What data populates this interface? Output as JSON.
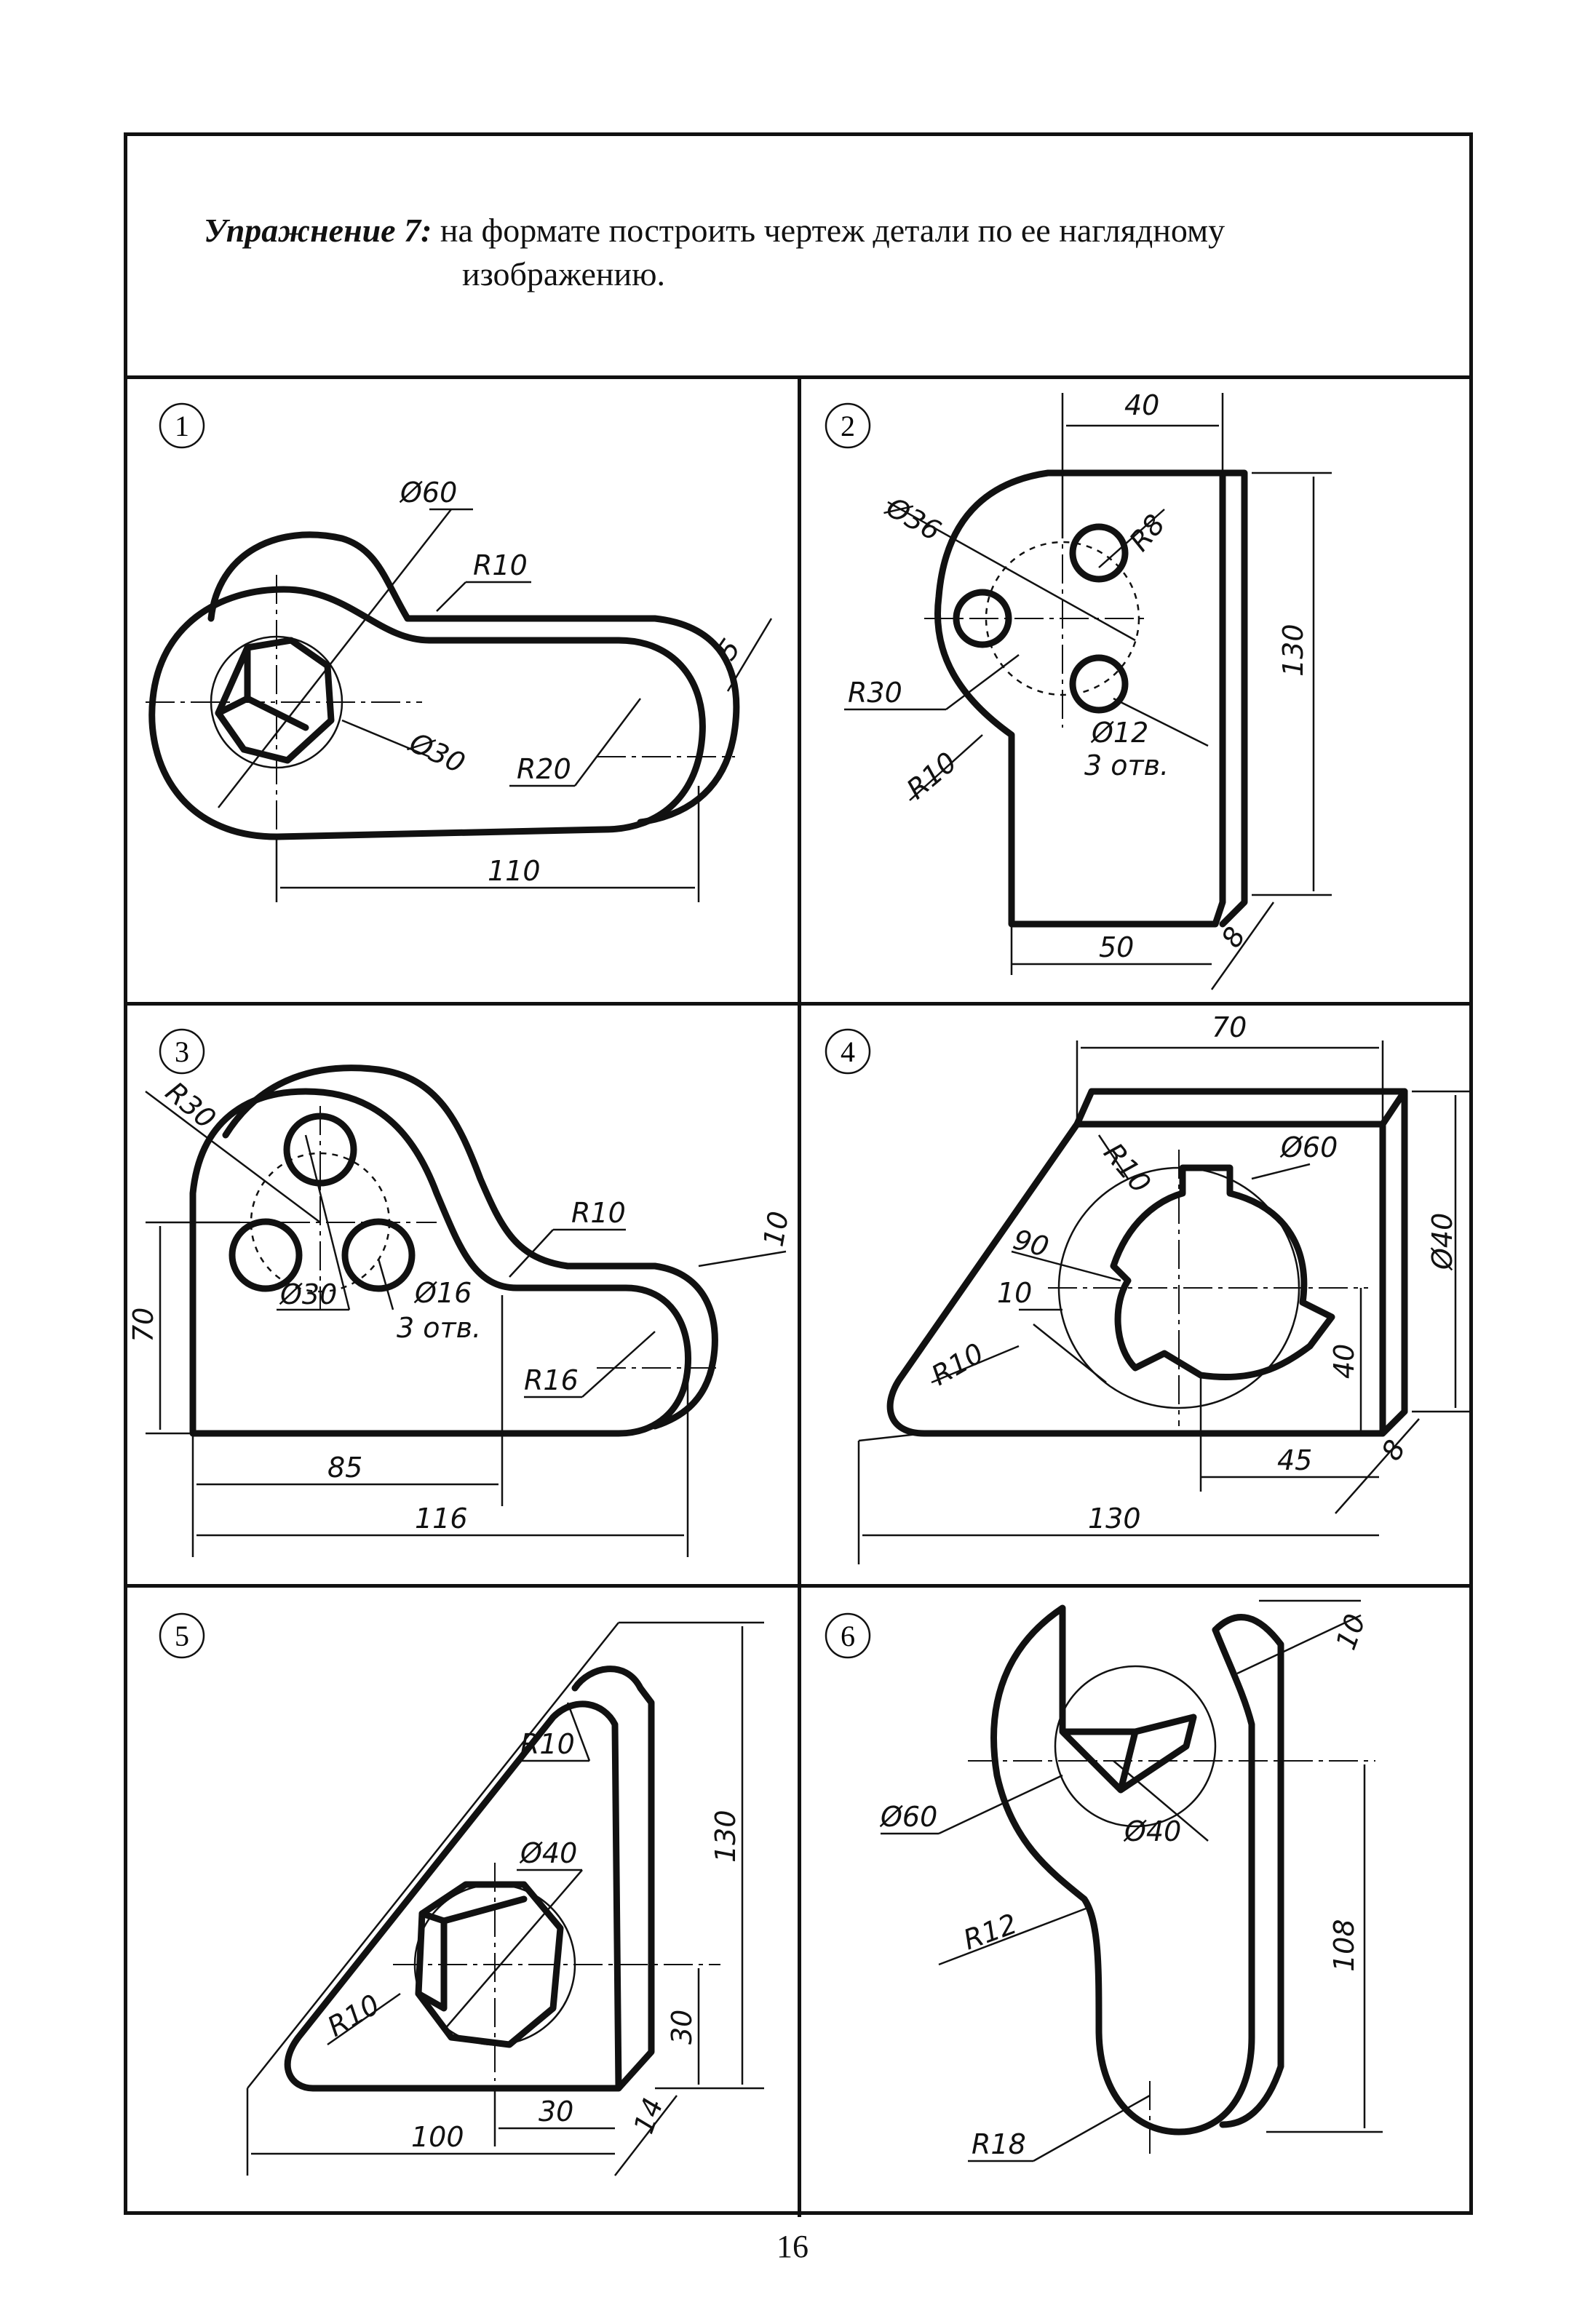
{
  "header": {
    "label": "Упражнение 7:",
    "text_part1": "на формате построить чертеж детали по ее наглядному",
    "text_part2": "изображению."
  },
  "cells": [
    {
      "number": "1",
      "dims": [
        "Ø60",
        "R10",
        "Ø30",
        "R20",
        "5",
        "110"
      ]
    },
    {
      "number": "2",
      "dims": [
        "40",
        "Ø36",
        "R8",
        "130",
        "R30",
        "Ø12",
        "3 отв.",
        "R10",
        "50",
        "8"
      ]
    },
    {
      "number": "3",
      "dims": [
        "R30",
        "R10",
        "10",
        "70",
        "Ø30",
        "Ø16",
        "3 отв.",
        "R16",
        "85",
        "116"
      ]
    },
    {
      "number": "4",
      "dims": [
        "70",
        "R10",
        "Ø60",
        "Ø40",
        "90",
        "10",
        "R10",
        "40",
        "45",
        "8",
        "130"
      ]
    },
    {
      "number": "5",
      "dims": [
        "R10",
        "Ø40",
        "130",
        "R10",
        "30",
        "30",
        "100",
        "14"
      ]
    },
    {
      "number": "6",
      "dims": [
        "10",
        "Ø60",
        "Ø40",
        "R12",
        "108",
        "R18"
      ]
    }
  ],
  "page_number": "16"
}
